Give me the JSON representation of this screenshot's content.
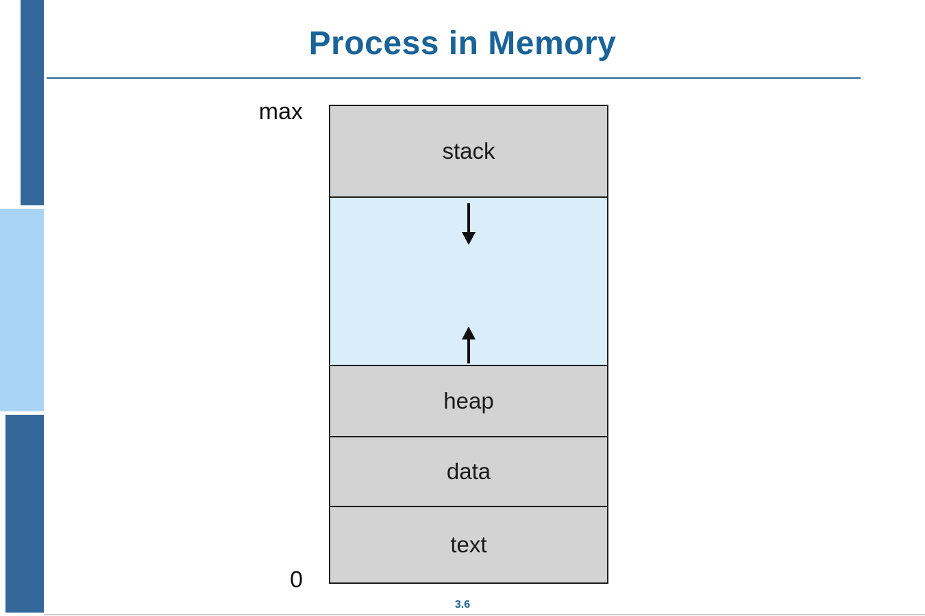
{
  "slide": {
    "title": "Process in Memory",
    "page_number": "3.6"
  },
  "diagram": {
    "top_address_label": "max",
    "bottom_address_label": "0",
    "sections": [
      {
        "label": "stack",
        "fill": "#d3d3d3"
      },
      {
        "label": "",
        "fill": "#d9edfb"
      },
      {
        "label": "heap",
        "fill": "#d3d3d3"
      },
      {
        "label": "data",
        "fill": "#d3d3d3"
      },
      {
        "label": "text",
        "fill": "#d3d3d3"
      }
    ],
    "arrows": [
      {
        "icon": "stack-growth-arrow",
        "direction": "down"
      },
      {
        "icon": "heap-growth-arrow",
        "direction": "up"
      }
    ]
  },
  "colors": {
    "title_blue": "#1a6398",
    "accent_dark_blue": "#34679a",
    "accent_light_blue": "#a9d4f5",
    "section_gray": "#d3d3d3",
    "gap_light_blue": "#d9edfb",
    "border_black": "#1c1c1c"
  }
}
